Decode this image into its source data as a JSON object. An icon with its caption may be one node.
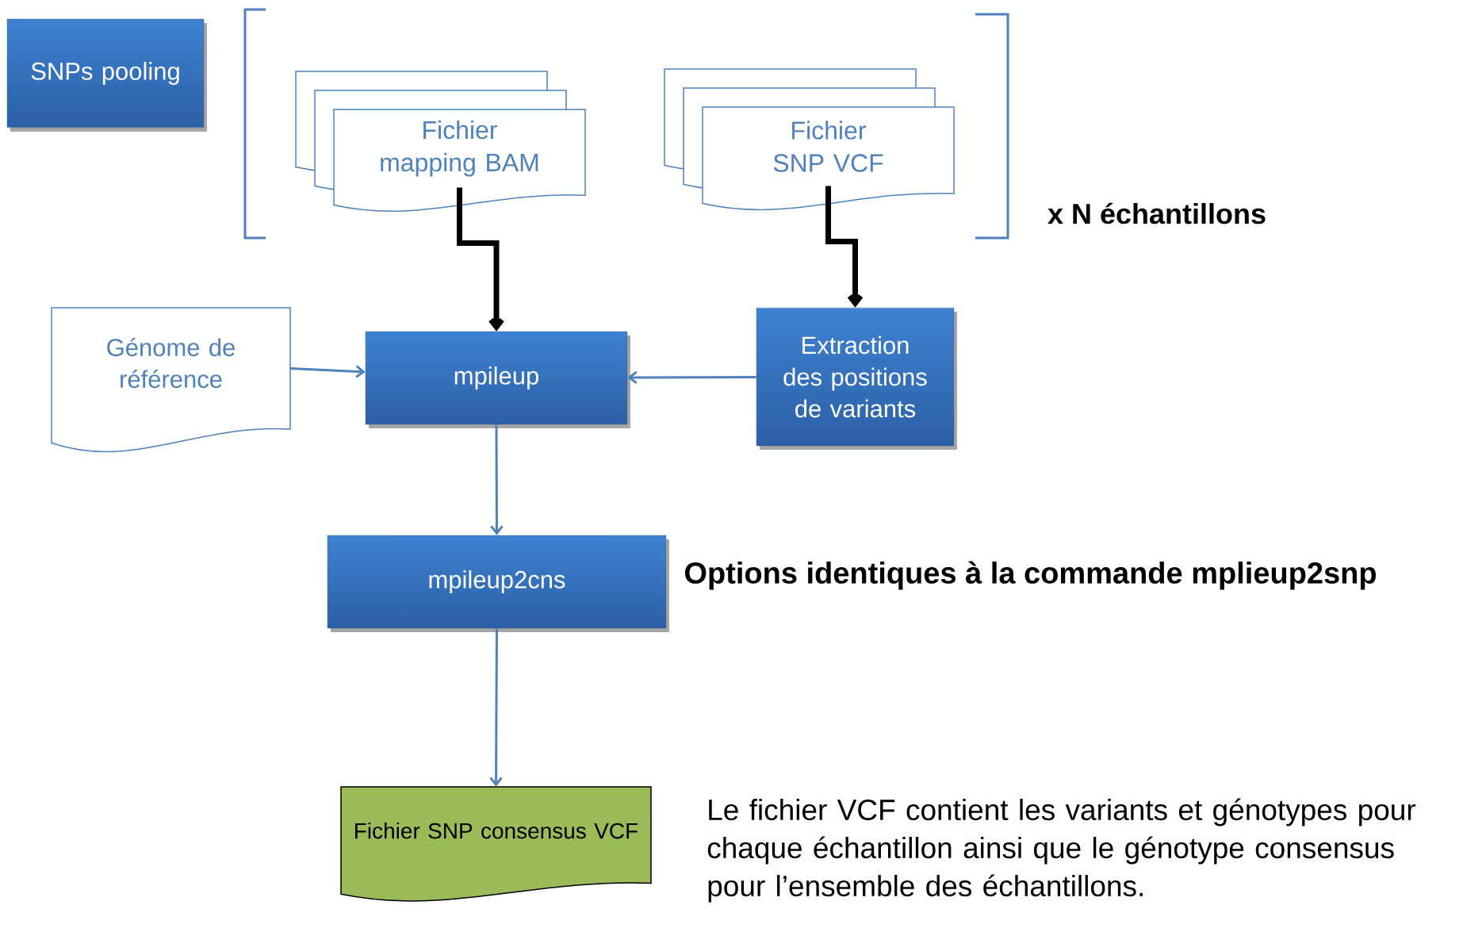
{
  "diagram": {
    "nodes": [
      {
        "text": [
          "SNPs pooling"
        ]
      },
      {
        "text": [
          "Fichier mapping BAM"
        ]
      },
      {
        "text": [
          "Fichier SNP VCF"
        ]
      },
      {
        "text": [
          "Génome de référence"
        ]
      },
      {
        "text": [
          "mpileup"
        ]
      },
      {
        "text": [
          "Extraction des positions de variants"
        ]
      },
      {
        "text": [
          "mpileup2cns"
        ],
        "beside": [
          "Options identiques à la commande mplieup2snp"
        ]
      },
      {
        "text": [
          "Fichier SNP consensus VCF"
        ]
      }
    ],
    "edges": [
      {
        "from": 1,
        "to": 4,
        "arrow": "to",
        "style": "thick",
        "color": "#000000"
      },
      {
        "from": 2,
        "to": 5,
        "arrow": "to",
        "style": "thick",
        "color": "#000000"
      },
      {
        "from": 3,
        "to": 4,
        "arrow": "to"
      },
      {
        "from": 5,
        "to": 4,
        "arrow": "to"
      },
      {
        "from": 4,
        "to": 6,
        "arrow": "to"
      },
      {
        "from": 6,
        "to": 7,
        "arrow": "to"
      }
    ],
    "labels": [
      "x N échantillons",
      "Le fichier VCF contient les variants et génotypes pour chaque échantillon ainsi que le génotype consensus pour l’ensemble des échantillons."
    ]
  }
}
